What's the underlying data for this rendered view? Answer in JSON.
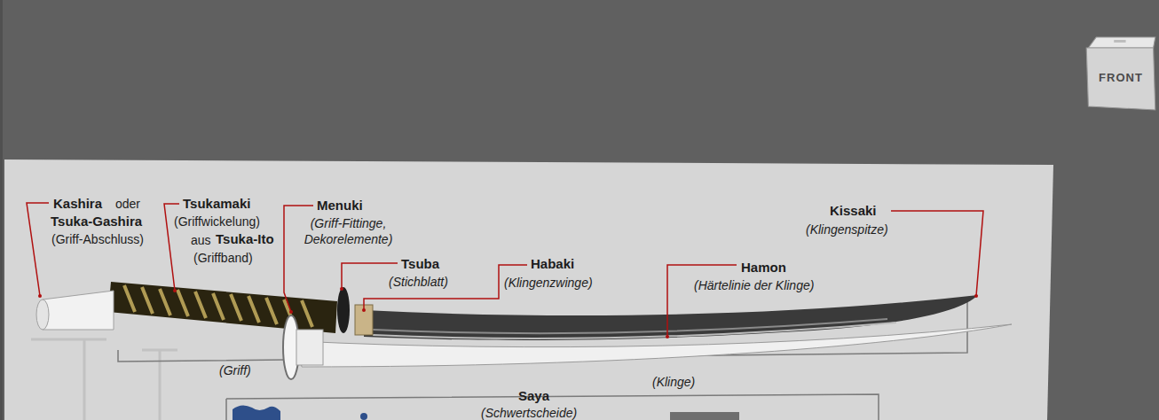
{
  "diagram": {
    "nodes": [
      {
        "text": [
          "FRONT"
        ]
      }
    ],
    "labels": [
      "Kashira",
      "oder",
      "Tsuka-Gashira",
      "(Griff-Abschluss)",
      "Tsukamaki",
      "(Griffwickelung)",
      "aus",
      "Tsuka-Ito",
      "(Griffband)",
      "Menuki",
      "(Griff-Fittinge, Dekorelemente)",
      "Tsuba",
      "(Stichblatt)",
      "Habaki",
      "(Klingenzwinge)",
      "Hamon",
      "(Härtelinie der Klinge)",
      "Kissaki",
      "(Klingenspitze)",
      "(Griff)",
      "(Klinge)",
      "Saya",
      "(Schwertscheide)"
    ]
  }
}
